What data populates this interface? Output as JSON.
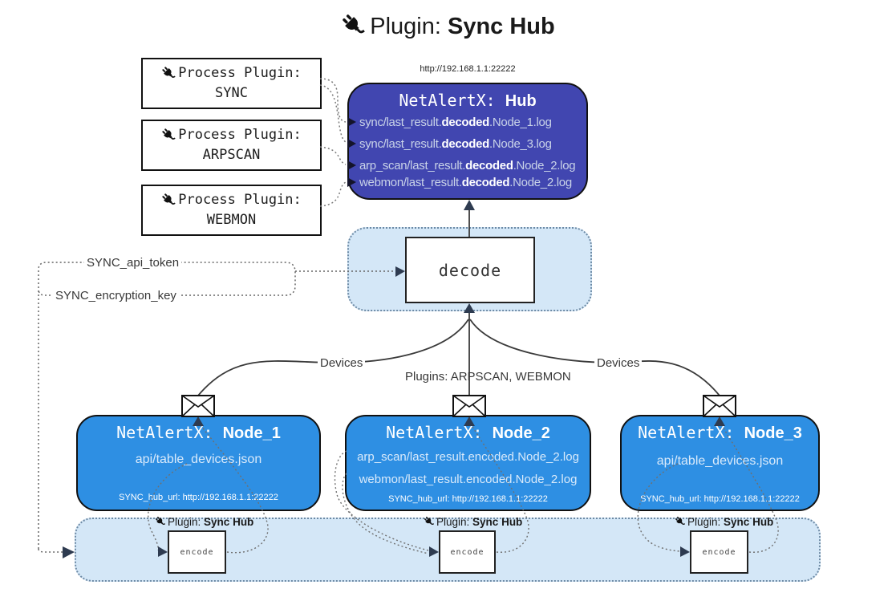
{
  "title": {
    "icon": "plug-icon",
    "prefix": "Plugin:",
    "name": "Sync Hub"
  },
  "process_plugins": [
    {
      "label": "Process Plugin:",
      "name": "SYNC"
    },
    {
      "label": "Process Plugin:",
      "name": "ARPSCAN"
    },
    {
      "label": "Process Plugin:",
      "name": "WEBMON"
    }
  ],
  "hub": {
    "url": "http://192.168.1.1:22222",
    "name_prefix": "NetAlertX:",
    "name": "Hub",
    "log_lines": [
      {
        "pre": "sync/last_result.",
        "bold": "decoded",
        "post": ".Node_1.log"
      },
      {
        "pre": "sync/last_result.",
        "bold": "decoded",
        "post": ".Node_3.log"
      },
      {
        "pre": "arp_scan/last_result.",
        "bold": "decoded",
        "post": ".Node_2.log"
      },
      {
        "pre": "webmon/last_result.",
        "bold": "decoded",
        "post": ".Node_2.log"
      }
    ]
  },
  "decode_box": {
    "label": "decode"
  },
  "settings": {
    "api_token": "SYNC_api_token",
    "encryption_key": "SYNC_encryption_key"
  },
  "edge_labels": {
    "devices_left": "Devices",
    "plugins_center": "Plugins: ARPSCAN, WEBMON",
    "devices_right": "Devices"
  },
  "nodes": [
    {
      "name_prefix": "NetAlertX:",
      "name": "Node_1",
      "lines": [
        "api/table_devices.json"
      ],
      "hub_url": "SYNC_hub_url: http://192.168.1.1:22222"
    },
    {
      "name_prefix": "NetAlertX:",
      "name": "Node_2",
      "lines": [
        "arp_scan/last_result.encoded.Node_2.log",
        "webmon/last_result.encoded.Node_2.log"
      ],
      "hub_url": "SYNC_hub_url: http://192.168.1.1:22222"
    },
    {
      "name_prefix": "NetAlertX:",
      "name": "Node_3",
      "lines": [
        "api/table_devices.json"
      ],
      "hub_url": "SYNC_hub_url: http://192.168.1.1:22222"
    }
  ],
  "sync_plugin_labels": [
    {
      "prefix": "Plugin:",
      "name": "Sync Hub",
      "box": "encode"
    },
    {
      "prefix": "Plugin:",
      "name": "Sync Hub",
      "box": "encode"
    },
    {
      "prefix": "Plugin:",
      "name": "Sync Hub",
      "box": "encode"
    }
  ],
  "colors": {
    "hub_fill": "#4146b0",
    "node_fill": "#2e8fe3",
    "panel_fill": "#d4e7f7",
    "line": "#3a3a3a"
  }
}
